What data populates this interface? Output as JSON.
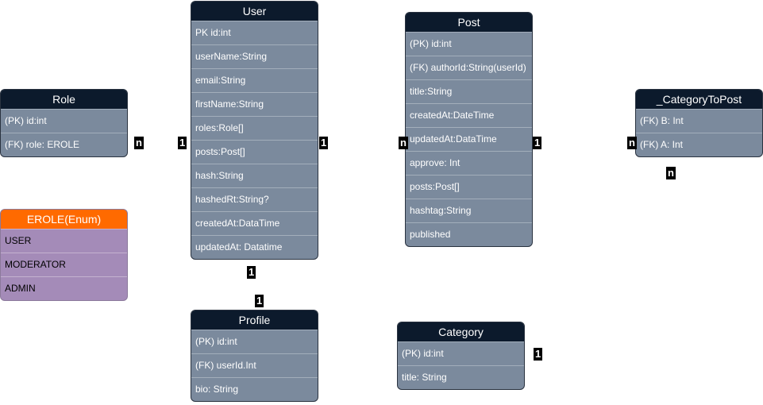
{
  "entities": {
    "user": {
      "title": "User",
      "fields": [
        "PK id:int",
        "userName:String",
        "email:String",
        "firstName:String",
        "roles:Role[]",
        "posts:Post[]",
        "hash:String",
        "hashedRt:String?",
        "createdAt:DataTime",
        "updatedAt: Datatime"
      ]
    },
    "post": {
      "title": "Post",
      "fields": [
        "(PK) id:int",
        "(FK) authorId:String(userId)",
        "title:String",
        "createdAt:DateTime",
        "updatedAt:DataTime",
        "approve: Int",
        "posts:Post[]",
        "hashtag:String",
        "published"
      ]
    },
    "role": {
      "title": "Role",
      "fields": [
        "(PK) id:int",
        "(FK) role: EROLE"
      ]
    },
    "category_to_post": {
      "title": "_CategoryToPost",
      "fields": [
        "(FK) B: Int",
        "(FK) A: Int"
      ]
    },
    "erole": {
      "title": "EROLE(Enum)",
      "fields": [
        "USER",
        "MODERATOR",
        "ADMIN"
      ]
    },
    "profile": {
      "title": "Profile",
      "fields": [
        "(PK) id:int",
        "(FK) userId.Int",
        "bio: String"
      ]
    },
    "category": {
      "title": "Category",
      "fields": [
        "(PK) id:int",
        "title: String"
      ]
    }
  },
  "cardinalities": {
    "role_user_n": "n",
    "role_user_1": "1",
    "user_post_1": "1",
    "user_post_n": "n",
    "post_ctp_1": "1",
    "post_ctp_n": "n",
    "ctp_category_n": "n",
    "user_profile_1a": "1",
    "user_profile_1b": "1",
    "category_1": "1"
  }
}
